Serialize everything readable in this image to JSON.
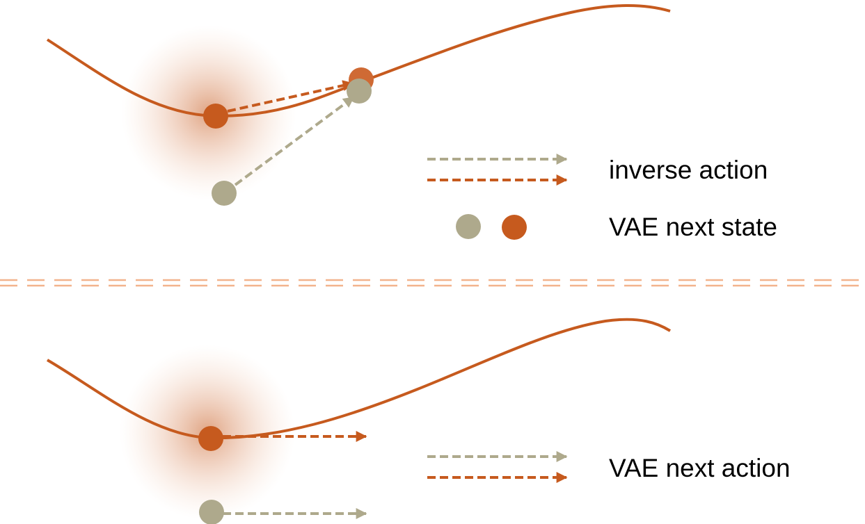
{
  "colors": {
    "orange": "#c65a1e",
    "olive": "#aea98c",
    "separator": "#f2b38c",
    "background": "#ffffff"
  },
  "legend": {
    "inverse_action_label": "inverse action",
    "vae_next_state_label": "VAE next state",
    "vae_next_action_label": "VAE next action"
  }
}
